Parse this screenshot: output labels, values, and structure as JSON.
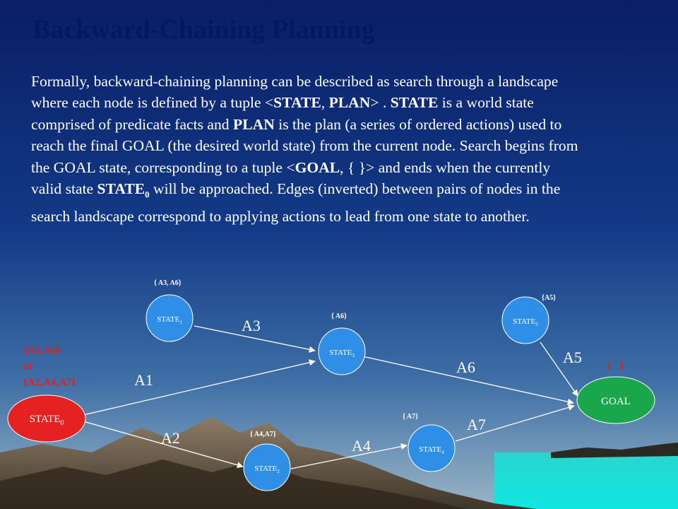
{
  "slide": {
    "title": "Backward-Chaining Planning",
    "paragraph": {
      "p1": "Formally, backward-chaining planning can be described as search through a landscape where each node is defined by a tuple <",
      "b_state": "STATE",
      "p2": ",",
      "b_plan": "PLAN",
      "p3": "> . ",
      "b_state2": "STATE",
      "p4": " is a world state comprised of predicate facts and ",
      "b_plan2": "PLAN",
      "p5": " is the plan (a series of ordered actions) used to reach the final GOAL (the desired world state) from the current node. Search begins from the GOAL state, corresponding to a tuple <",
      "b_goal": "GOAL",
      "p6": ", { }> and ends when the currently valid state ",
      "b_state0": "STATE",
      "b_state0_sub": "0",
      "p7": " will be approached. Edges (inverted) between pairs of nodes in the search landscape correspond to applying actions to lead from one state to another."
    }
  },
  "diagram": {
    "nodes": {
      "state0": {
        "label": "STATE",
        "sub": "0",
        "color": "#e52121"
      },
      "state1": {
        "label": "STATE",
        "sub": "1",
        "color": "#2f8fe6",
        "set": "{ A3, A6}"
      },
      "state2": {
        "label": "STATE",
        "sub": "2",
        "color": "#2f8fe6",
        "set": "{ A4,A7}"
      },
      "state3": {
        "label": "STATE",
        "sub": "3",
        "color": "#2f8fe6",
        "set": "{ A6}"
      },
      "state4": {
        "label": "STATE",
        "sub": "4",
        "color": "#2f8fe6",
        "set": "{ A7}"
      },
      "state5": {
        "label": "STATE",
        "sub": "5",
        "color": "#2f8fe6",
        "set": "{A5}"
      },
      "goal": {
        "label": "GOAL",
        "color": "#1aa64a",
        "set": "{   }"
      }
    },
    "state0_sets": [
      "{A1,A6}",
      "or",
      "{A2,A4,A7}"
    ],
    "edges": {
      "a1": "A1",
      "a2": "A2",
      "a3": "A3",
      "a4": "A4",
      "a5": "A5",
      "a6": "A6",
      "a7": "A7"
    },
    "colors": {
      "edge": "#ffffff",
      "red_text": "#e51e1e",
      "title": "#001a66"
    }
  }
}
